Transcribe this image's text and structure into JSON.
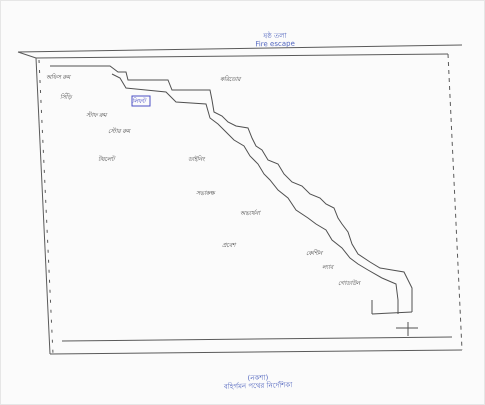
{
  "captions": {
    "top_line1": "ষষ্ঠ তলা",
    "top_line2": "Fire escape",
    "bottom_line1": "(নকশা)",
    "bottom_line2": "বহির্গমন পথের নির্দেশিকা"
  },
  "notes": [
    "অফিস রুম",
    "সিঁড়ি",
    "লিফট",
    "করিডোর",
    "স্টাফ রুম",
    "স্টোর রুম",
    "টয়লেট",
    "ডাইনিং",
    "সভাকক্ষ",
    "অভ্যর্থনা",
    "প্রবেশ",
    "কেন্টিন",
    "ল্যাব",
    "গোডাউন"
  ],
  "colors": {
    "ink_blue": "#4b4fc5",
    "pencil": "#4d4d4d"
  }
}
